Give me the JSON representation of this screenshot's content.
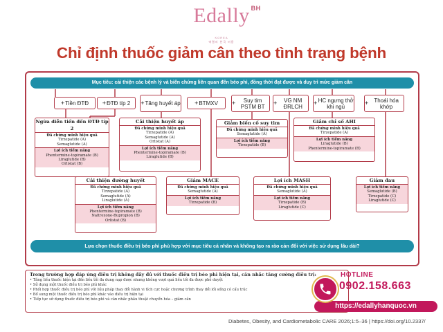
{
  "logo": {
    "text": "Edally",
    "superscript": "BH",
    "subline": "KOREA",
    "subline2": "에델리 한국 미용"
  },
  "title": "Chỉ định thuốc giảm cân theo tình trạng bệnh",
  "goal": "Mục tiêu: cải thiện các bệnh lý và biến chứng liên quan đến béo phì, đồng thời đạt được và duy trì mức giảm cân",
  "conditions": [
    {
      "label": "Tiền ĐTĐ"
    },
    {
      "label": "ĐTĐ típ 2"
    },
    {
      "label": "Tăng huyết áp"
    },
    {
      "label": "BTMXV"
    },
    {
      "label": "Suy tim PSTM BT"
    },
    {
      "label": "VG NM ĐRLCH"
    },
    {
      "label": "HC ngưng thở khi ngủ"
    },
    {
      "label": "Thoái hóa khớp"
    }
  ],
  "boxes": {
    "dtd": {
      "title": "Ngừa diễn tiến đến ĐTĐ típ 2",
      "proven_label": "Đã chứng minh hiệu quả",
      "proven": [
        "Tirzepatide (A)",
        "Semaglutide (A)"
      ],
      "potential_label": "Lợi ích tiềm năng",
      "potential": [
        "Phentermine-topiramate (B)",
        "Liraglutide (B)",
        "Orlistat (B)"
      ]
    },
    "htn": {
      "title": "Cải thiện huyết áp",
      "proven_label": "Đã chứng minh hiệu quả",
      "proven": [
        "Tirzepatide (A)",
        "Semaglutide (A)",
        "Orlistat (A)"
      ],
      "potential_label": "Lợi ích tiềm năng",
      "potential": [
        "Phentermine-topiramate (B)",
        "Liraglutide (B)"
      ]
    },
    "hf": {
      "title": "Giảm biến cố suy tim",
      "proven_label": "Đã chứng minh hiệu quả",
      "proven": [
        "Semaglutide (A)"
      ],
      "potential_label": "Lợi ích tiềm năng",
      "potential": [
        "Tirzepatide (B)"
      ]
    },
    "ahi": {
      "title": "Giảm chỉ số AHI",
      "proven_label": "Đã chứng minh hiệu quả",
      "proven": [
        "Tirzepatide (A)"
      ],
      "potential_label": "Lợi ích tiềm năng",
      "potential": [
        "Liraglutide (B)",
        "Phentermine-topiramate (B)"
      ]
    },
    "glucose": {
      "title": "Cải thiện đường huyết",
      "proven_label": "Đã chứng minh hiệu quả",
      "proven": [
        "Tirzepatide (A)",
        "Semaglutide (A)",
        "Liraglutide (A)"
      ],
      "potential_label": "Lợi ích tiềm năng",
      "potential": [
        "Phentermine-topiramate (B)",
        "Naltrexone-Bupropion (B)",
        "Orlistat (B)"
      ]
    },
    "mace": {
      "title": "Giảm MACE",
      "proven_label": "Đã chứng minh hiệu quả",
      "proven": [
        "Semaglutide (A)"
      ],
      "potential_label": "Lợi ích tiềm năng",
      "potential": [
        "Tirzepatide (B)"
      ]
    },
    "mash": {
      "title": "Lợi ích MASH",
      "proven_label": "Đã chứng minh hiệu quả",
      "proven": [
        "Semaglutide (A)"
      ],
      "potential_label": "Lợi ích tiềm năng",
      "potential": [
        "Tirzepatide (B)",
        "Liraglutide (C)"
      ]
    },
    "pain": {
      "title": "Giảm đau",
      "potential_label": "Lợi ích tiềm năng",
      "potential": [
        "Semaglutide (B)",
        "Tirzepatide (C)",
        "Liraglutide (C)"
      ]
    }
  },
  "bottom": "Lựa chọn thuốc điều trị béo phì phù hợp với mục tiêu cá nhân và không tạo ra rào cản đối với việc sử dụng lâu dài?",
  "note": {
    "title": "Trong trường hợp đáp ứng điều trị không đầy đủ với thuốc điều trị béo phì hiện tại, cân nhắc tăng cường điều trị:",
    "items": [
      "Tăng liều thuốc hiện tại đến liều tối đa dung nạp được nhưng không vượt quá liều tối đa được phê duyệt",
      "Sử dụng một thuốc điều trị béo phì khác",
      "Phối hợp thuốc điều trị béo phì với liệu pháp thay đổi hành vi tích cực hoặc chương trình thay đổi lối sống có cấu trúc",
      "Bổ sung một thuốc điều trị béo phì khác vào điều trị hiện tại",
      "Tiếp tục sử dụng thuốc điều trị béo phì và cân nhắc phẫu thuật chuyển hóa – giảm cân"
    ]
  },
  "hotline": {
    "label": "HOTLINE",
    "number": "0902.158.663",
    "url": "https://edallyhanquoc.vn"
  },
  "citation": "Diabetes, Obesity, and Cardiometabolic CARE 2026;1:5–36 | https://doi.org/10.2337/",
  "colors": {
    "accent": "#b23a48",
    "teal": "#1f8fa8",
    "title": "#c0392b",
    "pink_fill": "#f7d6dc",
    "brand": "#c2185b"
  },
  "icons": {
    "phone": "phone-icon"
  }
}
